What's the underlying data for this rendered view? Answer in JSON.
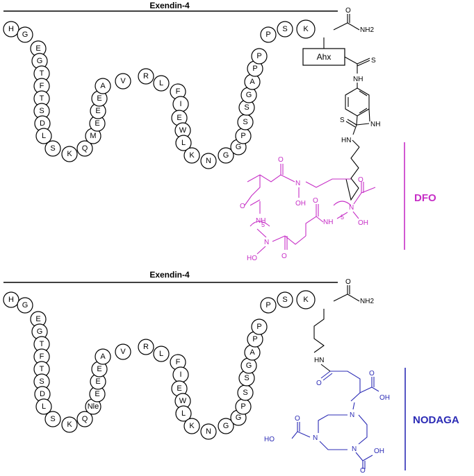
{
  "panels": [
    {
      "title": "Exendin-4",
      "sequence": [
        "H",
        "G",
        "E",
        "G",
        "T",
        "F",
        "T",
        "S",
        "D",
        "L",
        "S",
        "K",
        "Q",
        "M",
        "E",
        "E",
        "E",
        "A",
        "V",
        "R",
        "L",
        "F",
        "I",
        "E",
        "W",
        "L",
        "K",
        "N",
        "G",
        "G",
        "P",
        "S",
        "S",
        "G",
        "A",
        "P",
        "P",
        "P",
        "S",
        "K"
      ],
      "chelator": {
        "label": "DFO",
        "color": "#c62ec6",
        "linker_box": "Ahx",
        "atoms": {
          "amide_o": "O",
          "amide_nh2": "NH2",
          "thio_s": "S",
          "nh_1": "NH",
          "nh_2": "NH",
          "hn_1": "HN",
          "thio_s2": "S",
          "dfo_n1": "N",
          "dfo_oh1": "OH",
          "dfo_o1": "O",
          "dfo_nh1": "NH",
          "dfo_5a": "5",
          "dfo_n2": "N",
          "dfo_ho": "HO",
          "dfo_o2": "O",
          "dfo_o3": "O",
          "dfo_nh2": "NH",
          "dfo_5b": "5",
          "dfo_n3": "N",
          "dfo_oh2": "OH",
          "dfo_o4": "O"
        }
      }
    },
    {
      "title": "Exendin-4",
      "sequence": [
        "H",
        "G",
        "E",
        "G",
        "T",
        "F",
        "T",
        "S",
        "D",
        "L",
        "S",
        "K",
        "Q",
        "Nle",
        "E",
        "E",
        "E",
        "A",
        "V",
        "R",
        "L",
        "F",
        "I",
        "E",
        "W",
        "L",
        "K",
        "N",
        "G",
        "G",
        "P",
        "S",
        "S",
        "G",
        "A",
        "P",
        "P",
        "P",
        "S",
        "K"
      ],
      "chelator": {
        "label": "NODAGA",
        "color": "#2b2bb5",
        "atoms": {
          "amide_o": "O",
          "amide_nh2": "NH2",
          "hn": "HN",
          "nod_o1": "O",
          "nod_o2": "O",
          "nod_oh1": "OH",
          "nod_n1": "N",
          "nod_n2": "N",
          "nod_n3": "N",
          "nod_ho": "HO",
          "nod_o3": "O",
          "nod_o4": "O",
          "nod_oh2": "OH"
        }
      }
    }
  ]
}
